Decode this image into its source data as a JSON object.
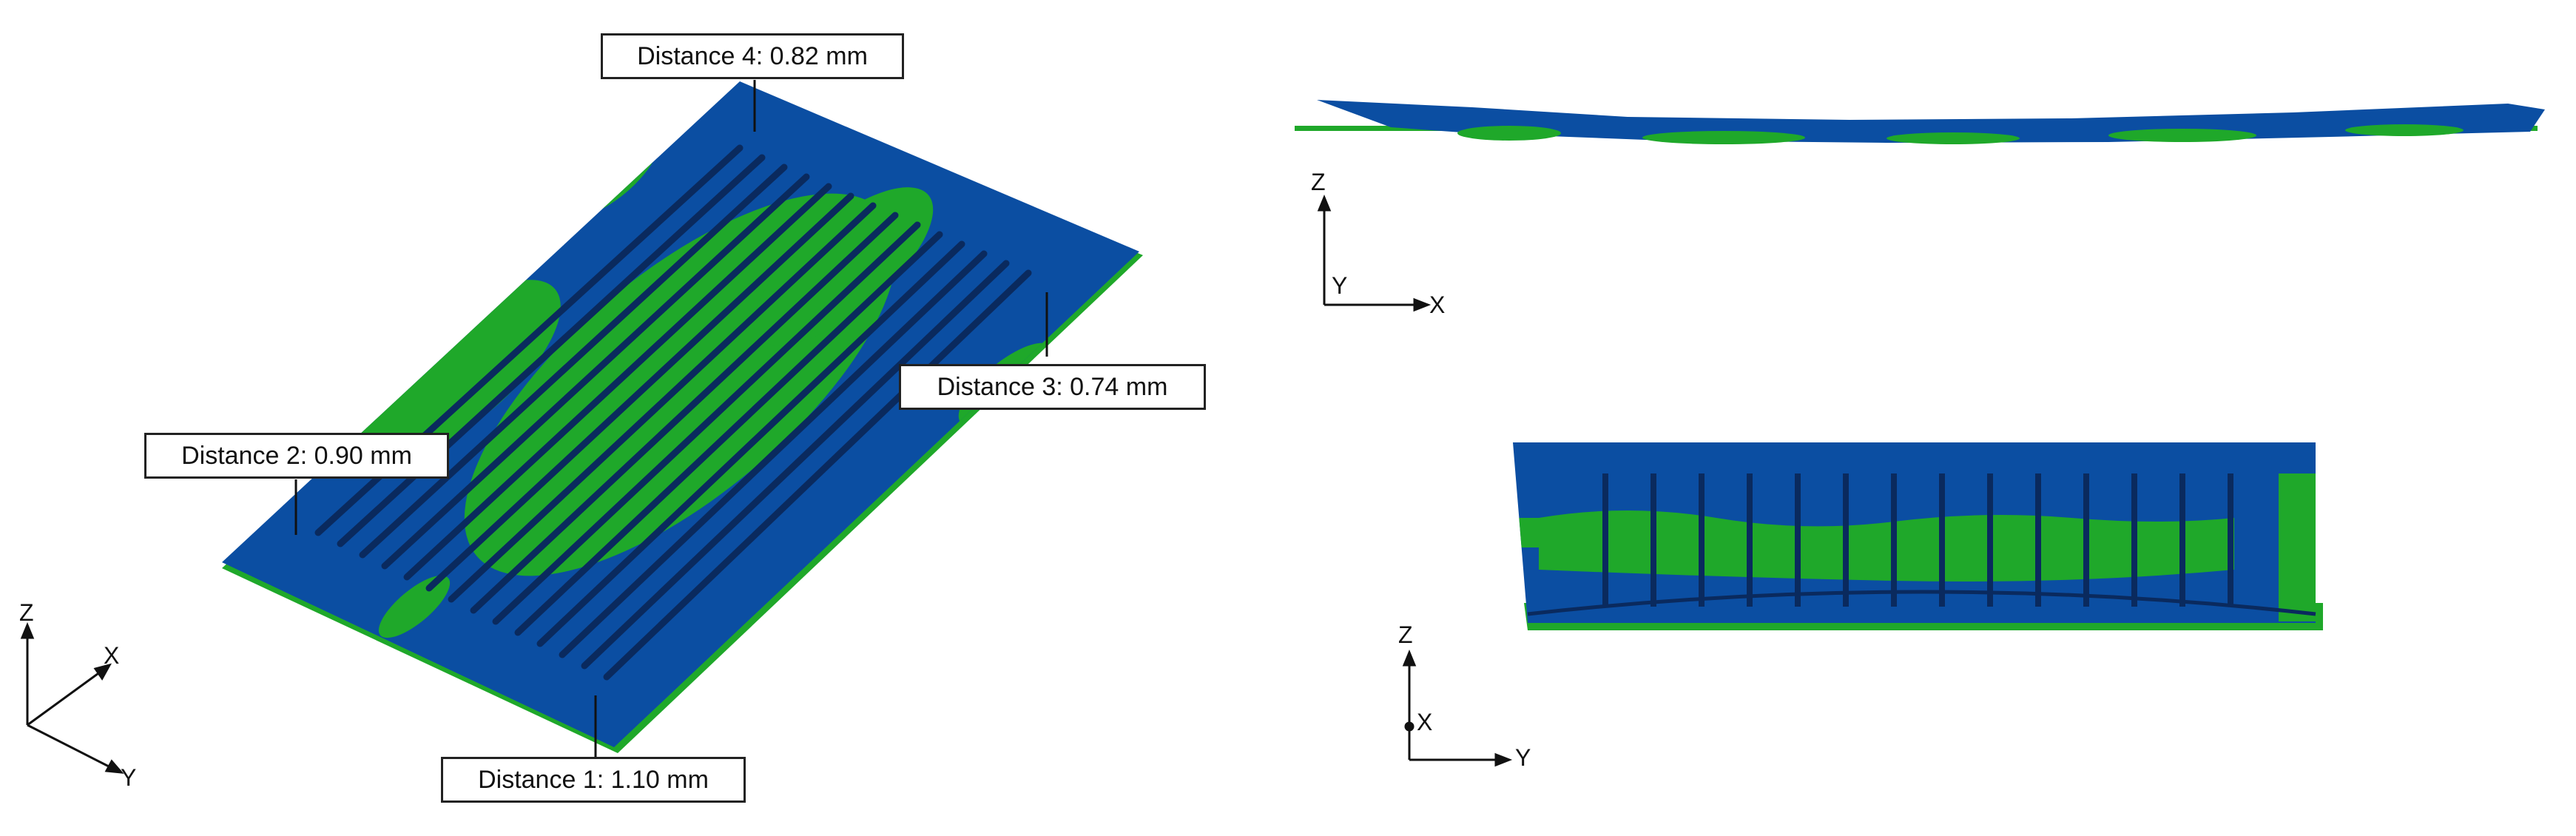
{
  "colors": {
    "surface_blue": "#0b4ea2",
    "surface_green": "#1fa82a",
    "groove_dark": "#0a2a5e",
    "text": "#111111"
  },
  "callouts": {
    "d4": "Distance 4: 0.82 mm",
    "d3": "Distance 3: 0.74 mm",
    "d2": "Distance 2: 0.90 mm",
    "d1": "Distance 1: 1.10 mm"
  },
  "axes": {
    "iso": {
      "z": "Z",
      "x": "X",
      "y": "Y"
    },
    "side": {
      "z": "Z",
      "y": "Y",
      "x": "X"
    },
    "front": {
      "z": "Z",
      "x": "X",
      "y": "Y"
    }
  }
}
